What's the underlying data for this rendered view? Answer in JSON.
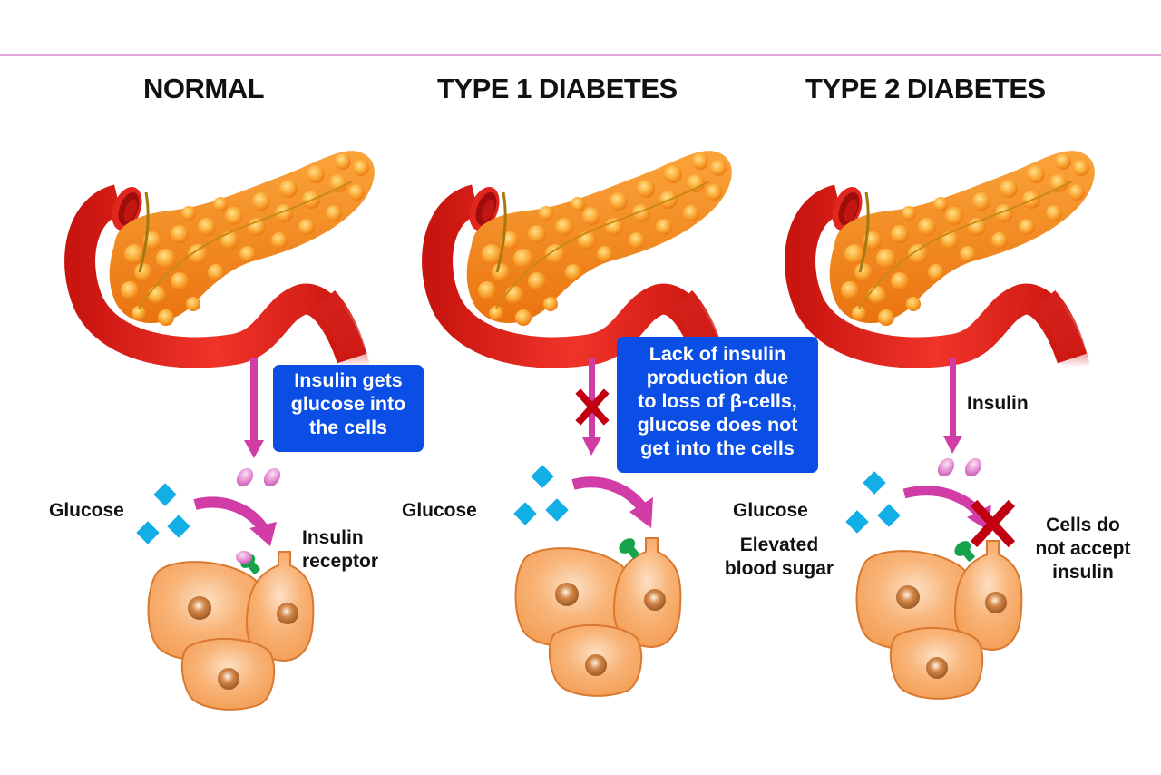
{
  "colors": {
    "top_rule": "#e3a3d6",
    "heading_text": "#111111",
    "callout_bg": "#0a4ee6",
    "callout_text": "#ffffff",
    "insulin_arrow": "#d13ca7",
    "glucose": "#12aee6",
    "cell_fill": "#f5a25e",
    "receptor": "#16a34a",
    "block_x": "#c00010",
    "pancreas": "#f7931e",
    "vessel": "#e0261d"
  },
  "panels": [
    {
      "id": "normal",
      "heading": "NORMAL",
      "callout": [
        "Insulin gets",
        "glucose into",
        "the cells"
      ],
      "glucose_label": "Glucose",
      "receptor_label": [
        "Insulin",
        "receptor"
      ]
    },
    {
      "id": "type1",
      "heading": "TYPE 1 DIABETES",
      "callout": [
        "Lack of insulin",
        "production due",
        "to loss of β-cells,",
        "glucose does not",
        "get into the cells"
      ],
      "glucose_label": "Glucose"
    },
    {
      "id": "type2",
      "heading": "TYPE 2 DIABETES",
      "insulin_label": "Insulin",
      "glucose_label": "Glucose",
      "elevated_label": [
        "Elevated",
        "blood sugar"
      ],
      "reject_label": [
        "Cells do",
        "not accept",
        "insulin"
      ]
    }
  ]
}
